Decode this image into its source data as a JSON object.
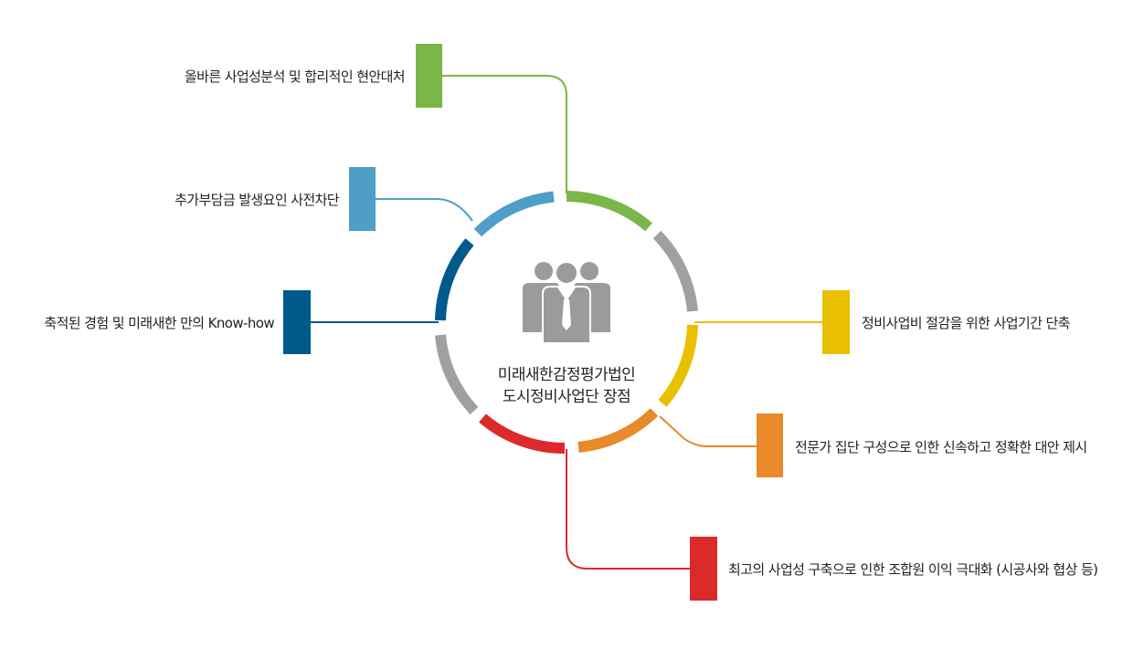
{
  "center": {
    "icon": "business-people-icon",
    "title_line1": "미래새한감정평가법인",
    "title_line2": "도시정비사업단 장점"
  },
  "items": [
    {
      "label": "올바른 사업성분석 및 합리적인 현안대처",
      "color": "#7ab648"
    },
    {
      "label": "추가부담금 발생요인 사전차단",
      "color": "#4e9ec8"
    },
    {
      "label": "축적된 경험 및 미래새한 만의 Know-how",
      "color": "#005a8c"
    },
    {
      "label": "정비사업비 절감을 위한 사업기간 단축",
      "color": "#e8c000"
    },
    {
      "label": "전문가 집단 구성으로 인한 신속하고 정확한 대안 제시",
      "color": "#e8892a"
    },
    {
      "label": "최고의 사업성 구축으로 인한 조합원 이익 극대화 (시공사와 협상 등)",
      "color": "#dc2a2a"
    }
  ],
  "ring_gray": "#a0a0a0",
  "icon_color": "#9b9b9b"
}
